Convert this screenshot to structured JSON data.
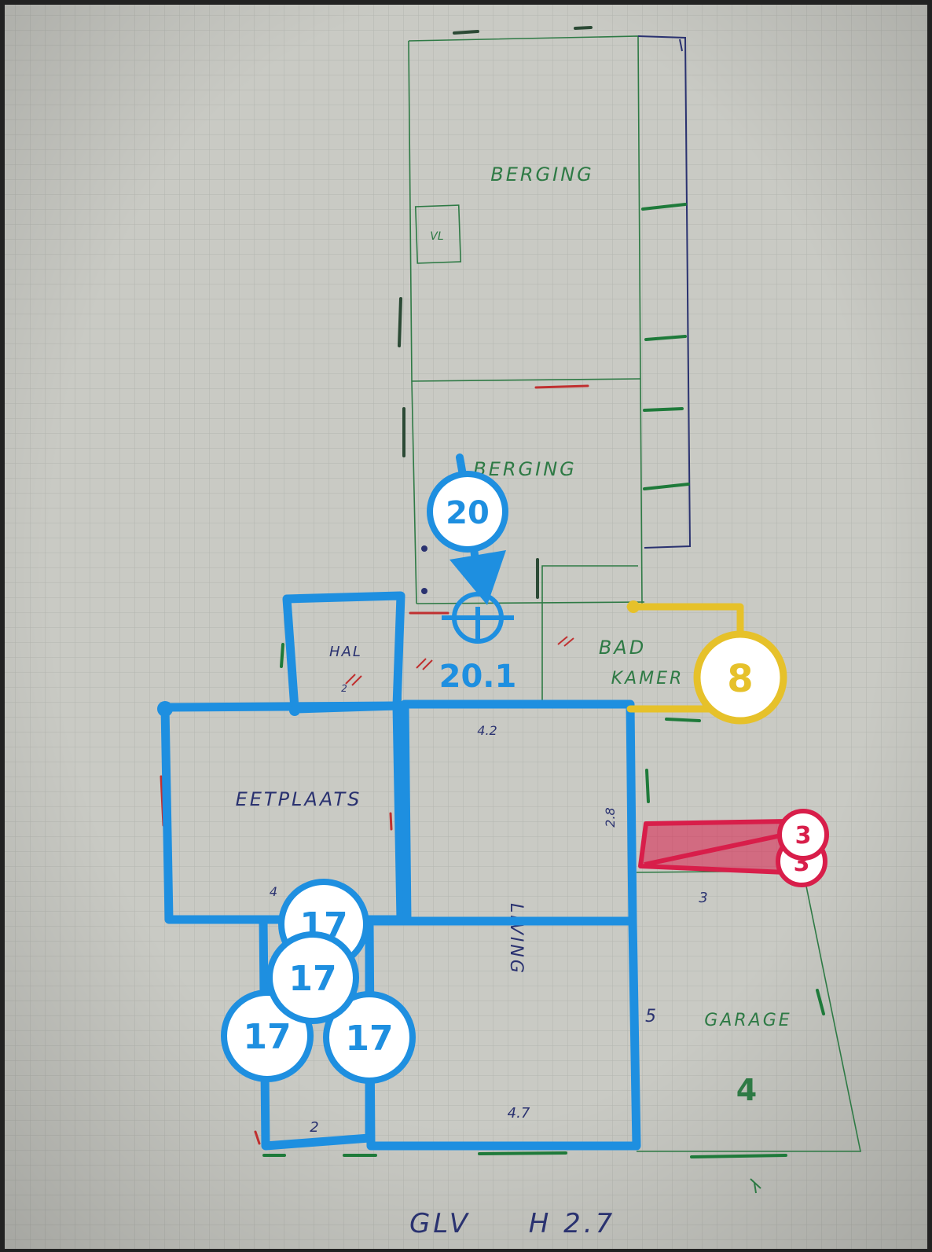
{
  "rooms": {
    "berging_top": "BERGING",
    "berging_bottom": "BERGING",
    "vl": "VL",
    "hal": "HAL",
    "badkamer_line1": "BAD",
    "badkamer_line2": "KAMER",
    "eetplaats": "EETPLAATS",
    "living": "LIVING",
    "garage": "GARAGE"
  },
  "dimensions": {
    "d_4_2": "4.2",
    "d_4_7": "4.7",
    "d_2_8": "2.8",
    "d_3": "3",
    "d_5": "5",
    "d_4": "4",
    "d_2": "2",
    "d_garage_4": "4",
    "d_hall": "2"
  },
  "footer": {
    "floor": "GLV",
    "height": "H 2.7"
  },
  "markers": {
    "m20": "20",
    "m20_1": "20.1",
    "m8": "8",
    "m3a": "3",
    "m3b": "3",
    "m17a": "17",
    "m17b": "17",
    "m17c": "17",
    "m17d": "17"
  },
  "colors": {
    "paper": "#c9cac4",
    "grid": "#b4b6b0",
    "sketch_green": "#2e7a45",
    "sketch_navy": "#2a3270",
    "sketch_red": "#c03030",
    "annot_blue": "#1e8fe0",
    "annot_yellow": "#e6c12a",
    "annot_red": "#d81e4a"
  }
}
